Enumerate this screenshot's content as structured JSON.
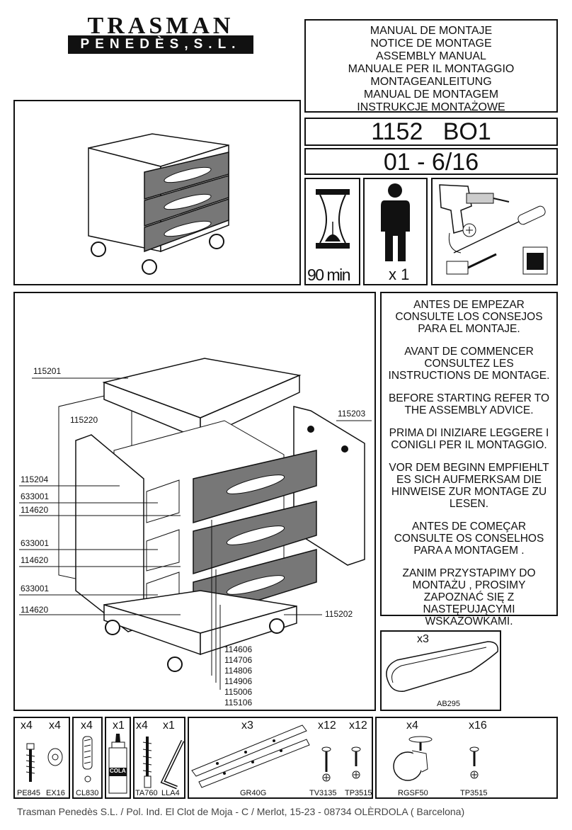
{
  "brand": {
    "name": "TRASMAN",
    "subtitle": "PENEDÈS,S.L."
  },
  "manual_titles": [
    "MANUAL DE MONTAJE",
    "NOTICE DE MONTAGE",
    "ASSEMBLY MANUAL",
    "MANUALE PER IL MONTAGGIO",
    "MONTAGEANLEITUNG",
    "MANUAL DE MONTAGEM",
    "INSTRUKCJE MONTAŻOWE"
  ],
  "model_code": "1152   BO1",
  "version": "01 - 6/16",
  "time": {
    "label": "90 min"
  },
  "persons": {
    "label": "x 1"
  },
  "exploded_labels": {
    "top": "115201",
    "back": "115220",
    "right_side": "115203",
    "left_side": "115204",
    "guide1": "633001",
    "rail1": "114620",
    "guide2": "633001",
    "rail2": "114620",
    "guide3": "633001",
    "rail3": "114620",
    "base": "115202",
    "fronts": [
      "114606",
      "114706",
      "114806",
      "114906",
      "115006",
      "115106"
    ]
  },
  "instructions": [
    "ANTES DE EMPEZAR CONSULTE LOS CONSEJOS PARA EL MONTAJE.",
    "AVANT DE COMMENCER CONSULTEZ LES INSTRUCTIONS DE MONTAGE.",
    "BEFORE STARTING REFER TO THE ASSEMBLY ADVICE.",
    "PRIMA DI INIZIARE LEGGERE I CONIGLI PER IL MONTAGGIO.",
    "VOR DEM BEGINN EMPFIEHLT ES SICH AUFMERKSAM DIE HINWEISE ZUR MONTAGE ZU LESEN.",
    "ANTES DE COMEÇAR CONSULTE OS CONSELHOS PARA A MONTAGEM .",
    "ZANIM PRZYSTAPIMY DO MONTAŻU , PROSIMY ZAPOZNAĆ SIĘ Z NASTĘPUJĄCYMI WSKAZÓWKAMI."
  ],
  "handle": {
    "qty": "x3",
    "code": "AB295"
  },
  "parts": {
    "pe845": {
      "qty": "x4",
      "code": "PE845"
    },
    "ex16": {
      "qty": "x4",
      "code": "EX16"
    },
    "cl830": {
      "qty": "x4",
      "code": "CL830"
    },
    "cola": {
      "qty": "x1",
      "text": "COLA"
    },
    "ta760": {
      "qty": "x4",
      "code": "TA760"
    },
    "lla4": {
      "qty": "x1",
      "code": "LLA4"
    },
    "gr40g": {
      "qty": "x3",
      "code": "GR40G"
    },
    "tv3135": {
      "qty": "x12",
      "code": "TV3135"
    },
    "tp3515a": {
      "qty": "x12",
      "code": "TP3515"
    },
    "rgsf50": {
      "qty": "x4",
      "code": "RGSF50"
    },
    "tp3515b": {
      "qty": "x16",
      "code": "TP3515"
    }
  },
  "footer": "Trasman Penedès S.L. / Pol. Ind. El Clot de Moja - C / Merlot, 15-23 - 08734 OLÈRDOLA ( Barcelona)"
}
